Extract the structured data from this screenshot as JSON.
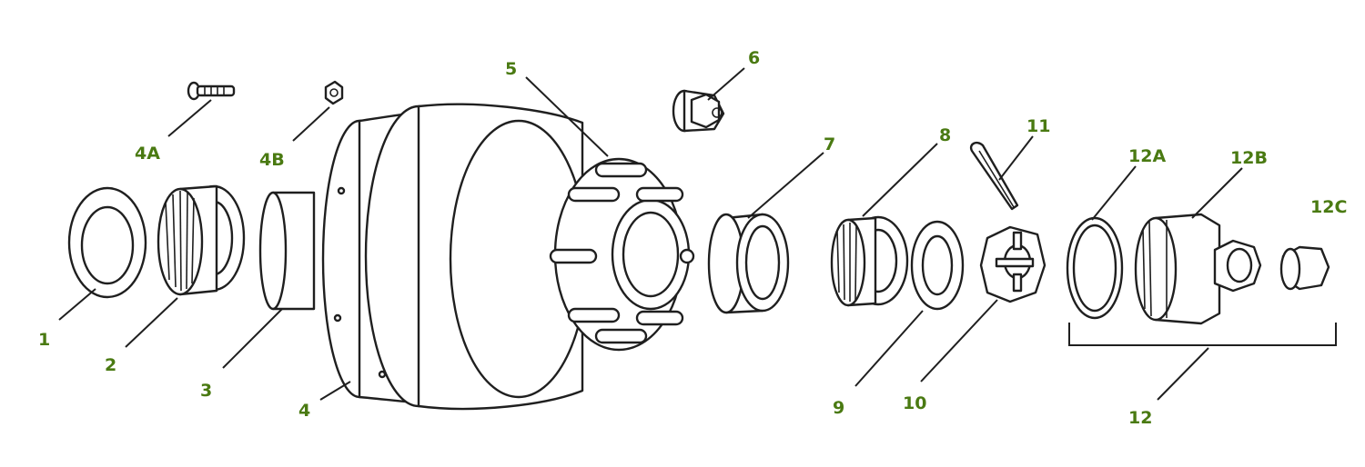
{
  "label_color": "#4a7a12",
  "line_color": "#1f1f1f",
  "callouts": {
    "c1": "1",
    "c2": "2",
    "c3": "3",
    "c4": "4",
    "c4a": "4A",
    "c4b": "4B",
    "c5": "5",
    "c6": "6",
    "c7": "7",
    "c8": "8",
    "c9": "9",
    "c10": "10",
    "c11": "11",
    "c12": "12",
    "c12a": "12A",
    "c12b": "12B",
    "c12c": "12C"
  }
}
